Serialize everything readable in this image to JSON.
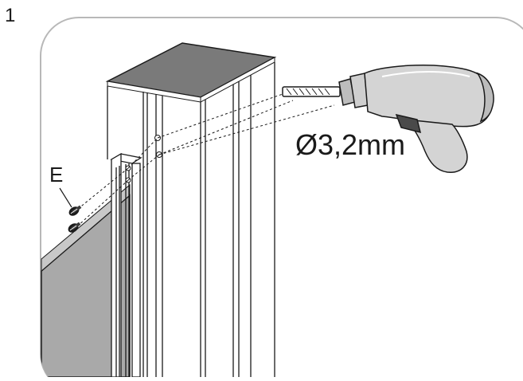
{
  "diagram": {
    "step_number": "1",
    "part_label": "E",
    "drill_size": "Ø3,2mm"
  },
  "colors": {
    "frame": "#b8b8b8",
    "line": "#1a1a1a",
    "post_top": "#7a7a7a",
    "panel": "#a9a9a9",
    "drill_body": "#d4d4d4",
    "drill_grip": "#4a4a4a"
  },
  "icons": {
    "drill": "power-drill-icon",
    "screws": "screw-icon"
  }
}
